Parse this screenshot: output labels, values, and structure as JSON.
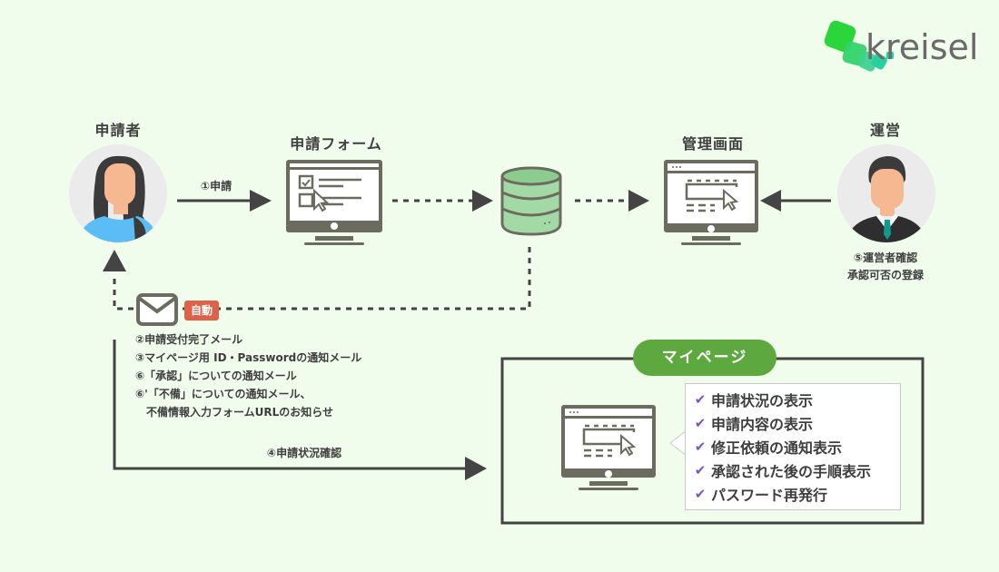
{
  "logo": {
    "text": "kreisel",
    "colors": [
      "#2bd63a",
      "#33d36a",
      "#3ed28f",
      "#29cfa0",
      "#1fd0a8"
    ]
  },
  "nodes": {
    "applicant": {
      "label": "申請者"
    },
    "form": {
      "label": "申請フォーム"
    },
    "database": {
      "label": ""
    },
    "admin": {
      "label": "管理画面"
    },
    "operator": {
      "label": "運営",
      "caption_line1": "⑤運営者確認",
      "caption_line2": "承認可否の登録"
    }
  },
  "arrows": {
    "apply": "①申請",
    "status_check": "④申請状況確認"
  },
  "mail": {
    "badge": "自動",
    "lines": [
      "②申請受付完了メール",
      "③マイページ用 ID・Passwordの通知メール",
      "⑥「承認」についての通知メール",
      "⑥'「不備」についての通知メール、",
      "　不備情報入力フォームURLのお知らせ"
    ]
  },
  "mypage": {
    "title": "マイページ",
    "features": [
      "申請状況の表示",
      "申請内容の表示",
      "修正依頼の通知表示",
      "承認された後の手順表示",
      "パスワード再発行"
    ]
  },
  "colors": {
    "background": "#f0fdec",
    "icon_gray": "#6b6b60",
    "arrow": "#444444",
    "db_green": "#a3d9a5",
    "mypage_green": "#5ea840",
    "auto_red": "#e0614a",
    "check_purple": "#7a55c8"
  }
}
